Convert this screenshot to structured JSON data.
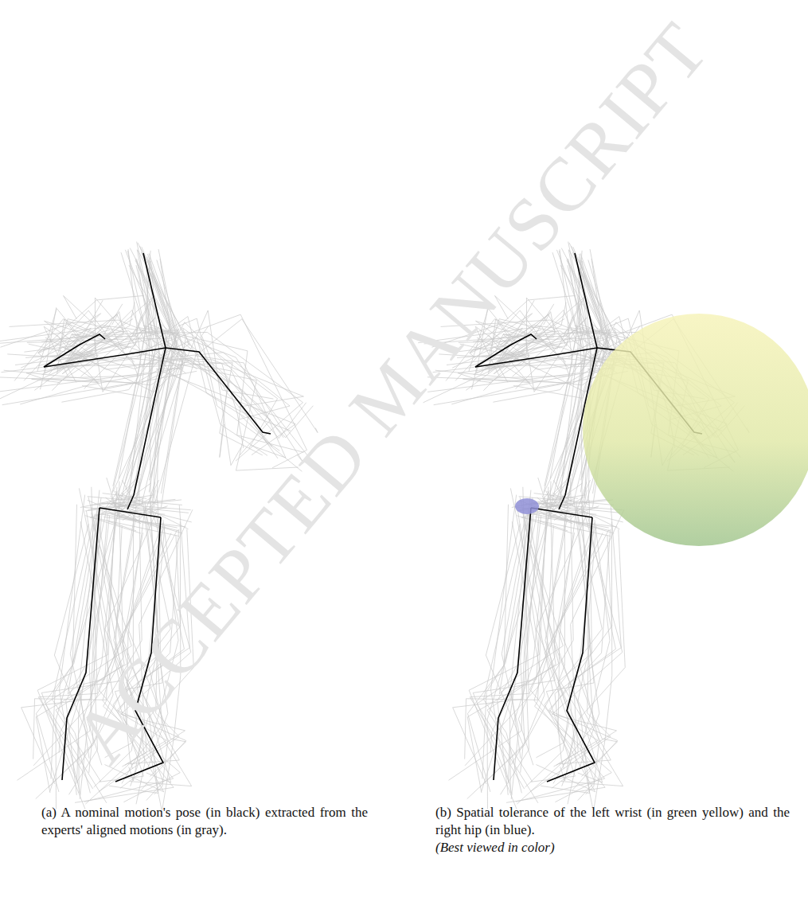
{
  "diagram": {
    "labels": [
      "ACCEPTED MANUSCRIPT",
      "(a) A nominal motion's pose (in black) extracted from the experts' aligned motions (in gray).",
      "(b) Spatial tolerance of the left wrist (in green yellow) and the right hip (in blue).",
      "(Best viewed in color)"
    ]
  }
}
